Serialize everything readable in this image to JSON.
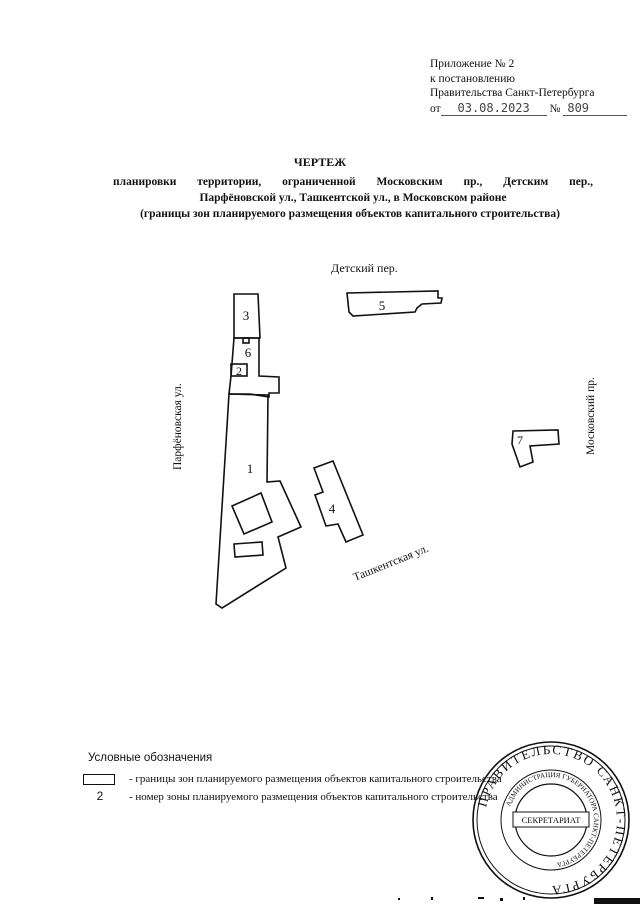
{
  "appendix": {
    "line1": "Приложение № 2",
    "line2": "к постановлению",
    "line3": "Правительства Санкт-Петербурга",
    "date_prefix": "от",
    "date": "03.08.2023",
    "number_prefix": "№",
    "number": "809"
  },
  "title": "ЧЕРТЕЖ",
  "subtitle": {
    "line1": "планировки территории, ограниченной Московским пр., Детским пер.,",
    "line2": "Парфёновской ул., Ташкентской ул., в Московском районе",
    "line3": "(границы зон планируемого размещения объектов капитального строительства)"
  },
  "map": {
    "streets": {
      "north": "Детский пер.",
      "west": "Парфёновская ул.",
      "east": "Московский пр.",
      "south": "Ташкентская ул."
    },
    "zones": [
      {
        "id": "1",
        "label": "1"
      },
      {
        "id": "2",
        "label": "2"
      },
      {
        "id": "3",
        "label": "3"
      },
      {
        "id": "4",
        "label": "4"
      },
      {
        "id": "5",
        "label": "5"
      },
      {
        "id": "6",
        "label": "6"
      },
      {
        "id": "7",
        "label": "7"
      }
    ]
  },
  "legend": {
    "title": "Условные обозначения",
    "items": [
      {
        "symbol": "rectangle",
        "text": "- границы зон  планируемого размещения объектов капитального строительства"
      },
      {
        "symbol": "2",
        "text": "- номер зоны  планируемого размещения объектов капитального строительства"
      }
    ]
  },
  "stamp": {
    "outer_text": "ПРАВИТЕЛЬСТВО САНКТ-ПЕТЕРБУРГА",
    "inner_text": "АДМИНИСТРАЦИЯ ГУБЕРНАТОРА САНКТ-ПЕТЕРБУРГА",
    "center": "СЕКРЕТАРИАТ"
  }
}
